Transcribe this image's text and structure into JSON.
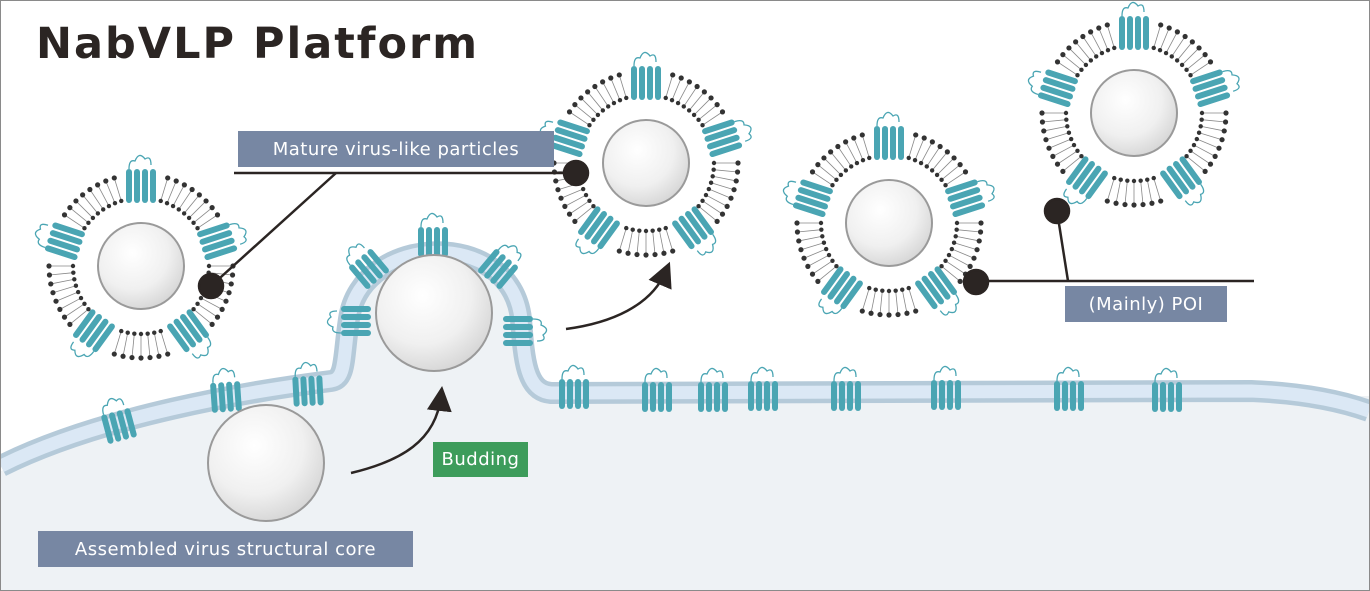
{
  "title": "NabVLP Platform",
  "labels": {
    "mature": "Mature virus-like particles",
    "poi": "(Mainly) POI",
    "budding": "Budding",
    "core": "Assembled virus structural core"
  },
  "colors": {
    "protein": "#4aa5b3",
    "label_box": "#7787a3",
    "budding_box": "#3d9c5b",
    "membrane": "#c4d6e4",
    "cell": "#eef2f5"
  }
}
